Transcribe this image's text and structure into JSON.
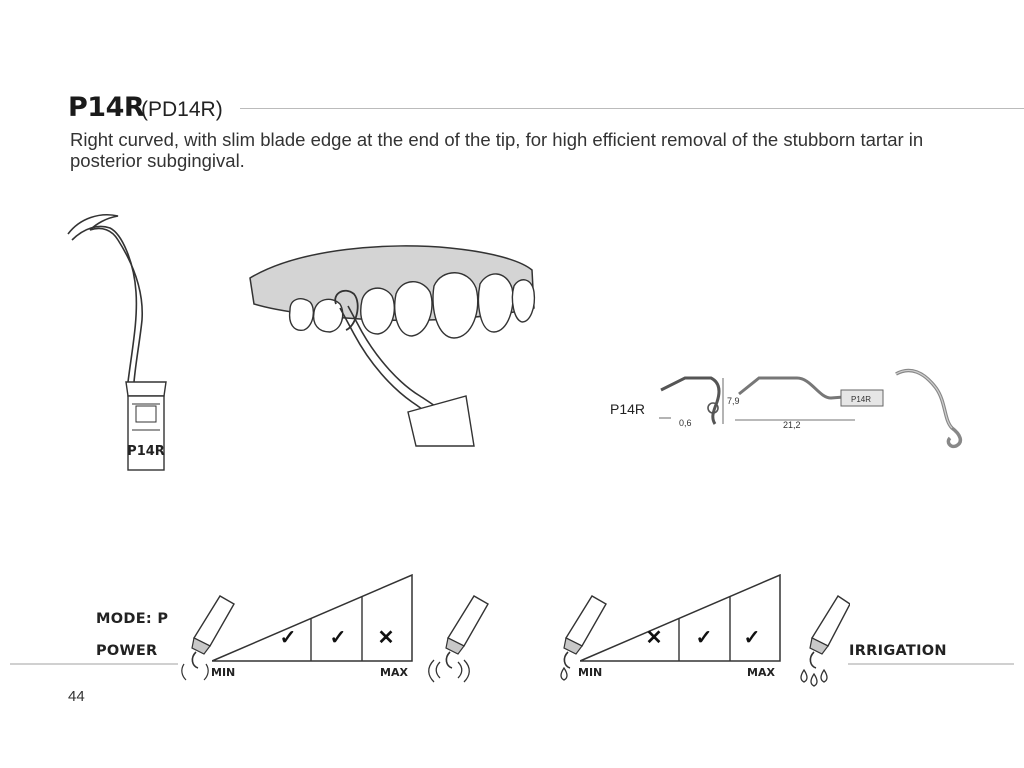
{
  "header": {
    "model_code": "P14R",
    "model_alt": "(PD14R)"
  },
  "description": "Right curved, with slim blade edge at the end of the tip, for high efficient removal of the stubborn tartar in posterior subgingival.",
  "tip_drawing": {
    "engraving": "P14R"
  },
  "dimensions": {
    "model_label": "P14R",
    "dim_tip_width": "0,6",
    "dim_height": "7,9",
    "dim_length": "21,2",
    "photo_engraving": "P14R"
  },
  "power_panel": {
    "mode_label": "MODE: P",
    "power_label": "POWER",
    "min_label": "MIN",
    "max_label": "MAX",
    "marks": [
      "✓",
      "✓",
      "✕"
    ]
  },
  "irrigation_panel": {
    "label": "IRRIGATION",
    "min_label": "MIN",
    "max_label": "MAX",
    "marks": [
      "✕",
      "✓",
      "✓"
    ]
  },
  "footer": {
    "page_number": "44"
  }
}
